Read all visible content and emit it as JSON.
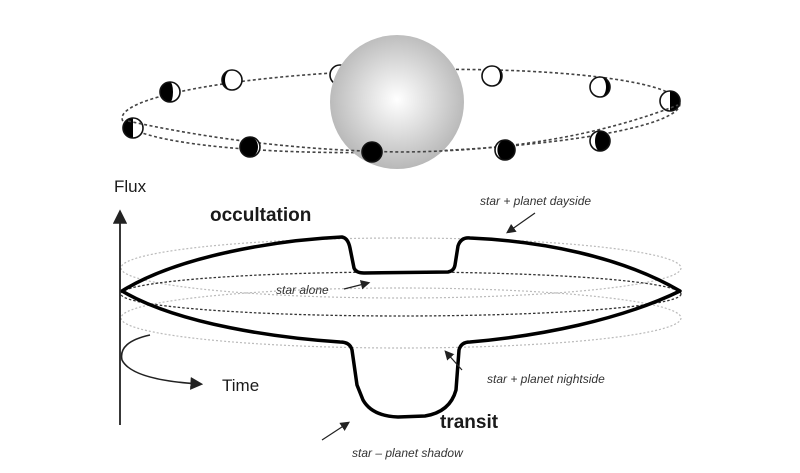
{
  "axes": {
    "y_label": "Flux",
    "x_label": "Time"
  },
  "events": {
    "occultation": "occultation",
    "transit": "transit"
  },
  "annotations": {
    "dayside": "star + planet dayside",
    "star_alone": "star alone",
    "nightside": "star + planet nightside",
    "shadow": "star – planet shadow"
  }
}
